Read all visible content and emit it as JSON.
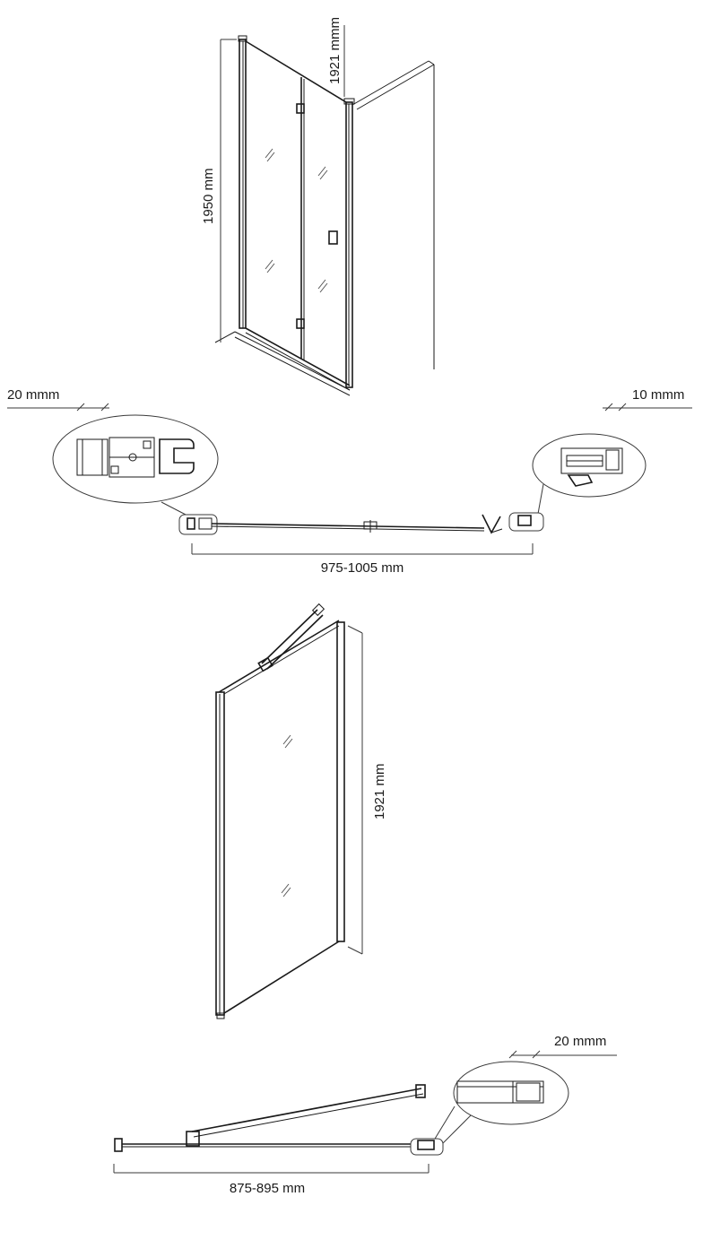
{
  "dimensions": {
    "top_height": "1950 mm",
    "top_profile_height": "1921 mmm",
    "left_gap": "20 mmm",
    "right_gap": "10 mmm",
    "door_width": "975-1005 mm",
    "panel_height": "1921 mm",
    "panel_gap": "20 mmm",
    "panel_width": "875-895 mm"
  }
}
